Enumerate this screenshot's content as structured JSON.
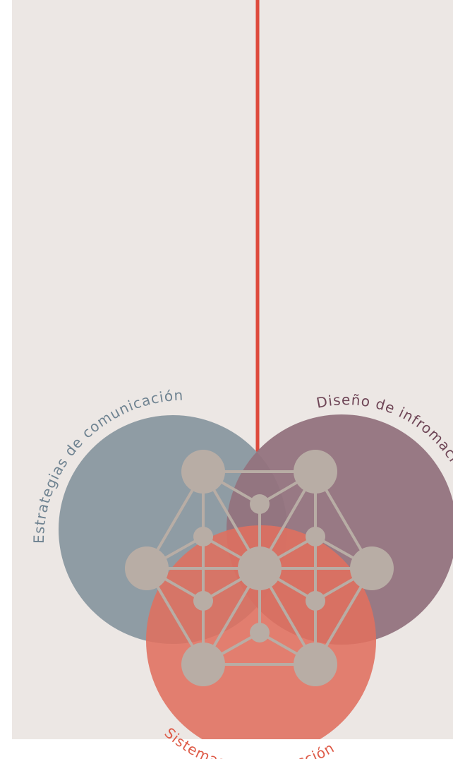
{
  "labels": {
    "communication": "Estrategias de comunicación",
    "information": "Diseño de infromación",
    "interaction": "Sistemas de interacción"
  },
  "colors": {
    "background": "#ece7e4",
    "communication": "#8f9ca4",
    "communication_text": "#6f8391",
    "information": "#93737e",
    "information_text": "#6e4556",
    "interaction": "#e06f5f",
    "interaction_text": "#de5a47",
    "line": "#de4a3c",
    "node": "#b8ada5"
  }
}
